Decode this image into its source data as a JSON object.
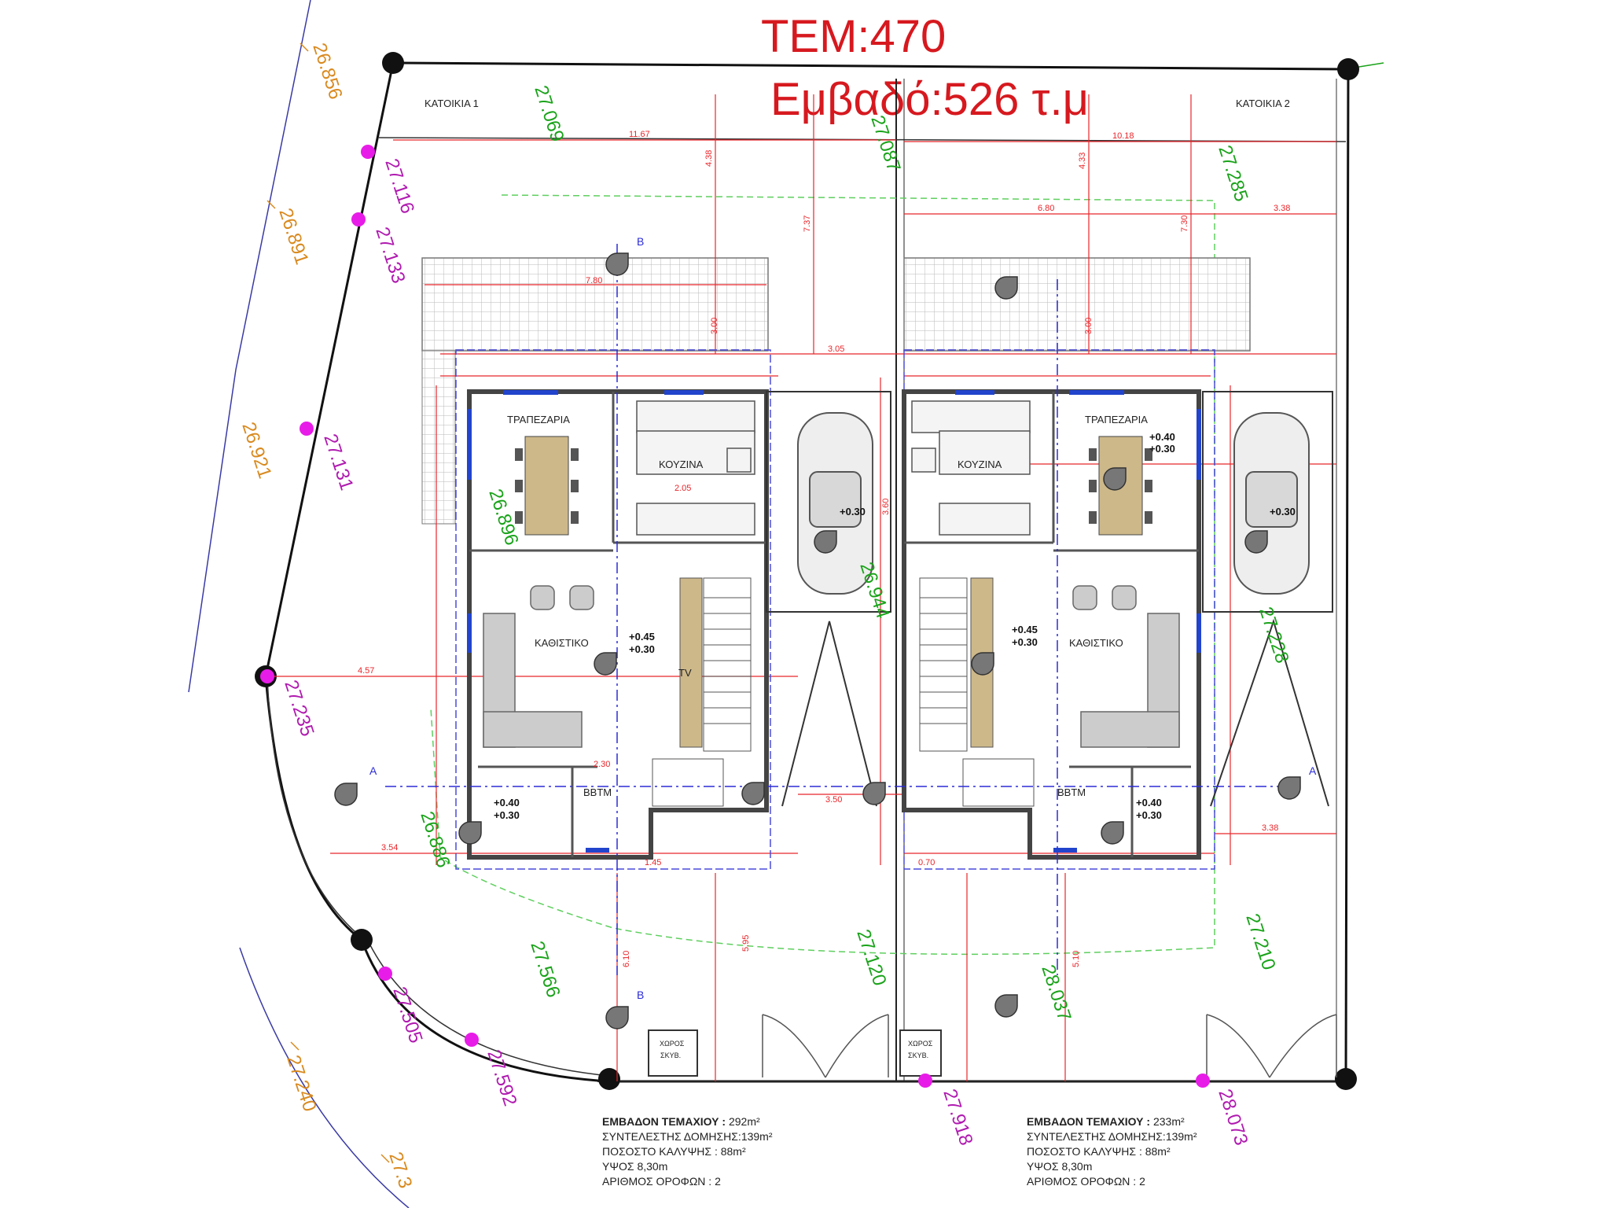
{
  "header": {
    "tem": "ΤΕΜ:470",
    "area": "Εμβαδό:526 τ.μ"
  },
  "houses": [
    {
      "title": "ΚΑΤΟΙΚΙΑ 1",
      "rooms": {
        "dining": "ΤΡΑΠΕΖΑΡΙΑ",
        "kitchen": "ΚΟΥΖΙΝΑ",
        "living": "ΚΑΘΙΣΤΙΚΟ",
        "tv": "TV",
        "wc": "ΒΒΤΜ"
      },
      "levels": {
        "living_a": "+0.45",
        "living_b": "+0.30",
        "entry_a": "+0.40",
        "entry_b": "+0.30",
        "parking": "+0.30"
      },
      "storage": [
        "ΧΩΡΟΣ",
        "ΣΚΥΒ."
      ],
      "info": {
        "label_area": "ΕΜΒΑΔΟΝ ΤΕΜΑΧΙΟΥ :",
        "area": "292m²",
        "label_coef": "ΣΥΝΤΕΛΕΣΤΗΣ ΔΟΜΗΣΗΣ:",
        "coef": "139m²",
        "label_cover": "ΠΟΣΟΣΤΟ ΚΑΛΥΨΗΣ :",
        "cover": "88m²",
        "height": "ΥΨΟΣ 8,30m",
        "floors": "ΑΡΙΘΜΟΣ ΟΡΟΦΩΝ : 2"
      }
    },
    {
      "title": "ΚΑΤΟΙΚΙΑ 2",
      "rooms": {
        "dining": "ΤΡΑΠΕΖΑΡΙΑ",
        "kitchen": "ΚΟΥΖΙΝΑ",
        "living": "ΚΑΘΙΣΤΙΚΟ",
        "wc": "ΒΒΤΜ"
      },
      "levels": {
        "dining_a": "+0.40",
        "dining_b": "+0.30",
        "living_a": "+0.45",
        "living_b": "+0.30",
        "entry_a": "+0.40",
        "entry_b": "+0.30",
        "parking": "+0.30"
      },
      "storage": [
        "ΧΩΡΟΣ",
        "ΣΚΥΒ."
      ],
      "info": {
        "label_area": "ΕΜΒΑΔΟΝ ΤΕΜΑΧΙΟΥ :",
        "area": "233m²",
        "label_coef": "ΣΥΝΤΕΛΕΣΤΗΣ ΔΟΜΗΣΗΣ:",
        "coef": "139m²",
        "label_cover": "ΠΟΣΟΣΤΟ ΚΑΛΥΨΗΣ :",
        "cover": "88m²",
        "height": "ΥΨΟΣ 8,30m",
        "floors": "ΑΡΙΘΜΟΣ ΟΡΟΦΩΝ : 2"
      }
    }
  ],
  "elevations": {
    "green": [
      "27.069",
      "27.087",
      "27.285",
      "26.896",
      "26.944",
      "27.228",
      "26.886",
      "27.566",
      "27.120",
      "28.037",
      "27.210"
    ],
    "magenta": [
      "27.116",
      "27.133",
      "27.131",
      "27.235",
      "27.505",
      "27.592",
      "27.918",
      "28.073"
    ],
    "orange": [
      "26.856",
      "26.891",
      "26.921",
      "27.240",
      "27.3"
    ]
  },
  "dimensions": {
    "top": [
      "11.67",
      "10.18"
    ],
    "h1": [
      "4.38",
      "7.37",
      "7.80",
      "3.00",
      "3.05"
    ],
    "h2": [
      "4.33",
      "7.30",
      "6.80",
      "3.38",
      "3.00"
    ],
    "misc": [
      "4.57",
      "3.54",
      "3.50",
      "3.38",
      "5.95",
      "6.10",
      "5.10",
      "1.45",
      "0.70",
      "2.30",
      "2.05",
      "3.60"
    ]
  },
  "section_marks": [
    "A",
    "A",
    "B",
    "B"
  ],
  "colors": {
    "title": "#d6191f",
    "boundary": "#111111",
    "dimension": "#e8262b",
    "green_text": "#1aa31a",
    "magenta": "#e81ce8",
    "orange": "#d98a1f",
    "axis_blue": "#2b2bd6",
    "dashed_green": "#5fcf5f",
    "table": "#cdb88a"
  }
}
